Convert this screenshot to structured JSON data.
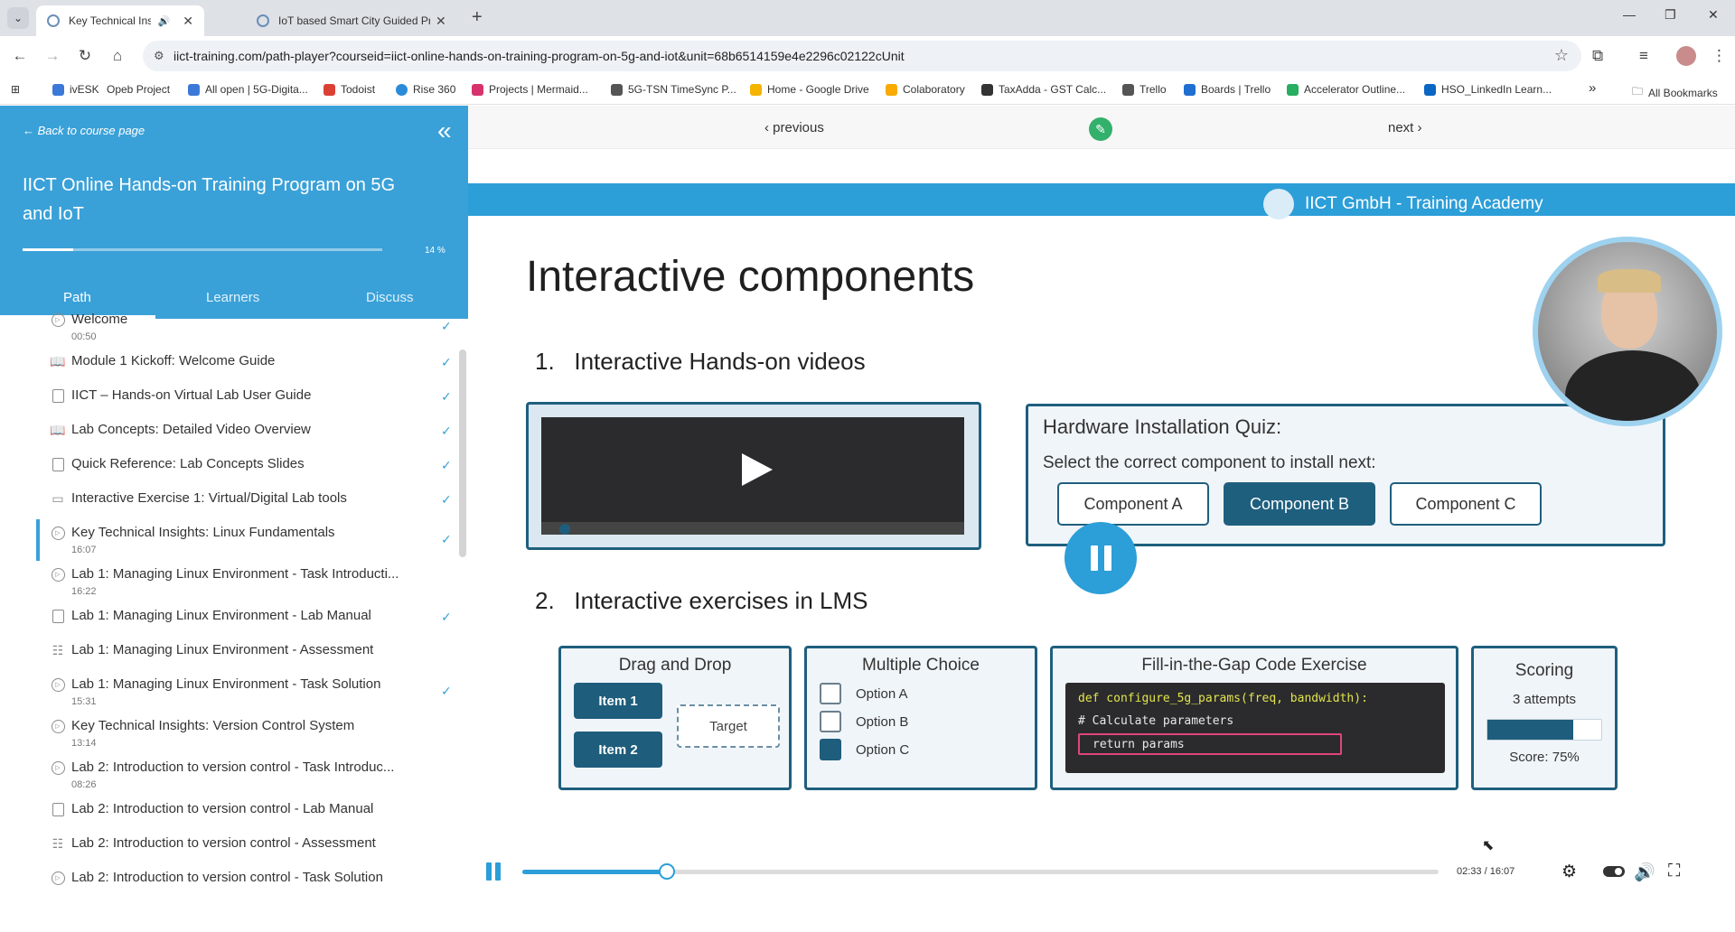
{
  "browser": {
    "tabs": [
      {
        "title": "Key Technical Insights: Linux",
        "audio": "🔊",
        "close": "✕"
      },
      {
        "title": "IoT based Smart City Guided Pr",
        "close": "✕"
      }
    ],
    "tab_dropdown": "⌄",
    "new_tab": "+",
    "window_controls": {
      "minimize": "—",
      "restore": "❐",
      "close": "✕"
    },
    "nav": {
      "back": "←",
      "forward": "→",
      "reload": "↻",
      "home": "⌂"
    },
    "url": "iict-training.com/path-player?courseid=iict-online-hands-on-training-program-on-5g-and-iot&unit=68b6514159e4e2296c02122cUnit",
    "star": "☆",
    "toolbar_icons": {
      "extensions": "⧉",
      "media": "≡",
      "menu": "⋮"
    },
    "bookmarks": [
      {
        "label": "ivESK",
        "color": "#3b78d8"
      },
      {
        "label": "Opeb Project",
        "color": ""
      },
      {
        "label": "All open | 5G-Digita...",
        "color": "#3b78d8"
      },
      {
        "label": "Todoist",
        "color": "#db4035"
      },
      {
        "label": "Rise 360",
        "color": "#2a8bd8"
      },
      {
        "label": "Projects | Mermaid...",
        "color": "#d6336c"
      },
      {
        "label": "5G-TSN TimeSync P...",
        "color": "#555555"
      },
      {
        "label": "Home - Google Drive",
        "color": "#f4b400"
      },
      {
        "label": "Colaboratory",
        "color": "#f9ab00"
      },
      {
        "label": "TaxAdda - GST Calc...",
        "color": "#333333"
      },
      {
        "label": "Trello",
        "color": "#555555"
      },
      {
        "label": "Boards | Trello",
        "color": "#1f6fd1"
      },
      {
        "label": "Accelerator Outline...",
        "color": "#27ae60"
      },
      {
        "label": "HSO_LinkedIn Learn...",
        "color": "#0a66c2"
      }
    ],
    "bookmarks_more": "»",
    "all_bookmarks": "All Bookmarks"
  },
  "sidebar": {
    "back_label": "← Back to course page",
    "collapse_icon": "«",
    "course_title": "IICT Online Hands-on Training Program on 5G and IoT",
    "progress_percent": 14,
    "progress_label": "14 %",
    "tabs": [
      {
        "label": "Path",
        "active": true
      },
      {
        "label": "Learners",
        "active": false
      },
      {
        "label": "Discuss",
        "active": false
      }
    ],
    "items": [
      {
        "name": "Welcome",
        "duration": "00:50",
        "type": "video",
        "done": true
      },
      {
        "name": "Module 1 Kickoff: Welcome Guide",
        "duration": "",
        "type": "book",
        "done": true
      },
      {
        "name": "IICT – Hands-on Virtual Lab User Guide",
        "duration": "",
        "type": "pdf",
        "done": true
      },
      {
        "name": "Lab Concepts: Detailed Video Overview",
        "duration": "",
        "type": "book",
        "done": true
      },
      {
        "name": "Quick Reference: Lab Concepts Slides",
        "duration": "",
        "type": "doc",
        "done": true
      },
      {
        "name": "Interactive Exercise 1: Virtual/Digital Lab tools",
        "duration": "",
        "type": "exercise",
        "done": true
      },
      {
        "name": "Key Technical Insights: Linux Fundamentals",
        "duration": "16:07",
        "type": "video",
        "done": true,
        "active": true
      },
      {
        "name": "Lab 1: Managing Linux Environment - Task Introducti...",
        "duration": "16:22",
        "type": "video",
        "done": false
      },
      {
        "name": "Lab 1: Managing Linux Environment - Lab Manual",
        "duration": "",
        "type": "pdf",
        "done": true
      },
      {
        "name": "Lab 1: Managing Linux Environment - Assessment",
        "duration": "",
        "type": "quiz",
        "done": false
      },
      {
        "name": "Lab 1: Managing Linux Environment - Task Solution",
        "duration": "15:31",
        "type": "video",
        "done": true
      },
      {
        "name": "Key Technical Insights: Version Control System",
        "duration": "13:14",
        "type": "video",
        "done": false
      },
      {
        "name": "Lab 2: Introduction to version control - Task Introduc...",
        "duration": "08:26",
        "type": "video",
        "done": false
      },
      {
        "name": "Lab 2: Introduction to version control - Lab Manual",
        "duration": "",
        "type": "pdf",
        "done": false
      },
      {
        "name": "Lab 2: Introduction to version control - Assessment",
        "duration": "",
        "type": "quiz",
        "done": false
      },
      {
        "name": "Lab 2: Introduction to version control - Task Solution",
        "duration": "",
        "type": "video",
        "done": false
      }
    ],
    "check_icon": "✓"
  },
  "main": {
    "previous_label": "‹ previous",
    "next_label": "next ›",
    "edit_icon": "✎"
  },
  "slide": {
    "academy": "IICT GmbH - Training Academy",
    "heading": "Interactive components",
    "section1": "1.   Interactive Hands-on videos",
    "section2": "2.   Interactive exercises in LMS",
    "quiz": {
      "title": "Hardware Installation Quiz:",
      "question": "Select the correct component to install next:",
      "options": [
        {
          "label": "Component A",
          "selected": false
        },
        {
          "label": "Component B",
          "selected": true
        },
        {
          "label": "Component C",
          "selected": false
        }
      ]
    },
    "drag_drop": {
      "title": "Drag and Drop",
      "items": [
        "Item 1",
        "Item 2"
      ],
      "target": "Target"
    },
    "multiple_choice": {
      "title": "Multiple Choice",
      "options": [
        {
          "label": "Option A",
          "checked": false
        },
        {
          "label": "Option B",
          "checked": false
        },
        {
          "label": "Option C",
          "checked": true
        }
      ]
    },
    "code_exercise": {
      "title": "Fill-in-the-Gap Code Exercise",
      "line1": "def configure_5g_params(freq, bandwidth):",
      "line2": "# Calculate parameters",
      "gap": "return params"
    },
    "scoring": {
      "title": "Scoring",
      "attempts": "3 attempts",
      "score_percent": 75,
      "score": "Score: 75%"
    }
  },
  "player": {
    "played_fraction": 0.158,
    "time": "02:33 / 16:07",
    "icons": {
      "settings": "⚙",
      "volume": "🔊",
      "fullscreen": "⛶"
    }
  },
  "colors": {
    "primary": "#3aa1d8",
    "slide_blue": "#2c9ed8",
    "dark_teal": "#1f5f7e",
    "edit_green": "#33b06b"
  }
}
